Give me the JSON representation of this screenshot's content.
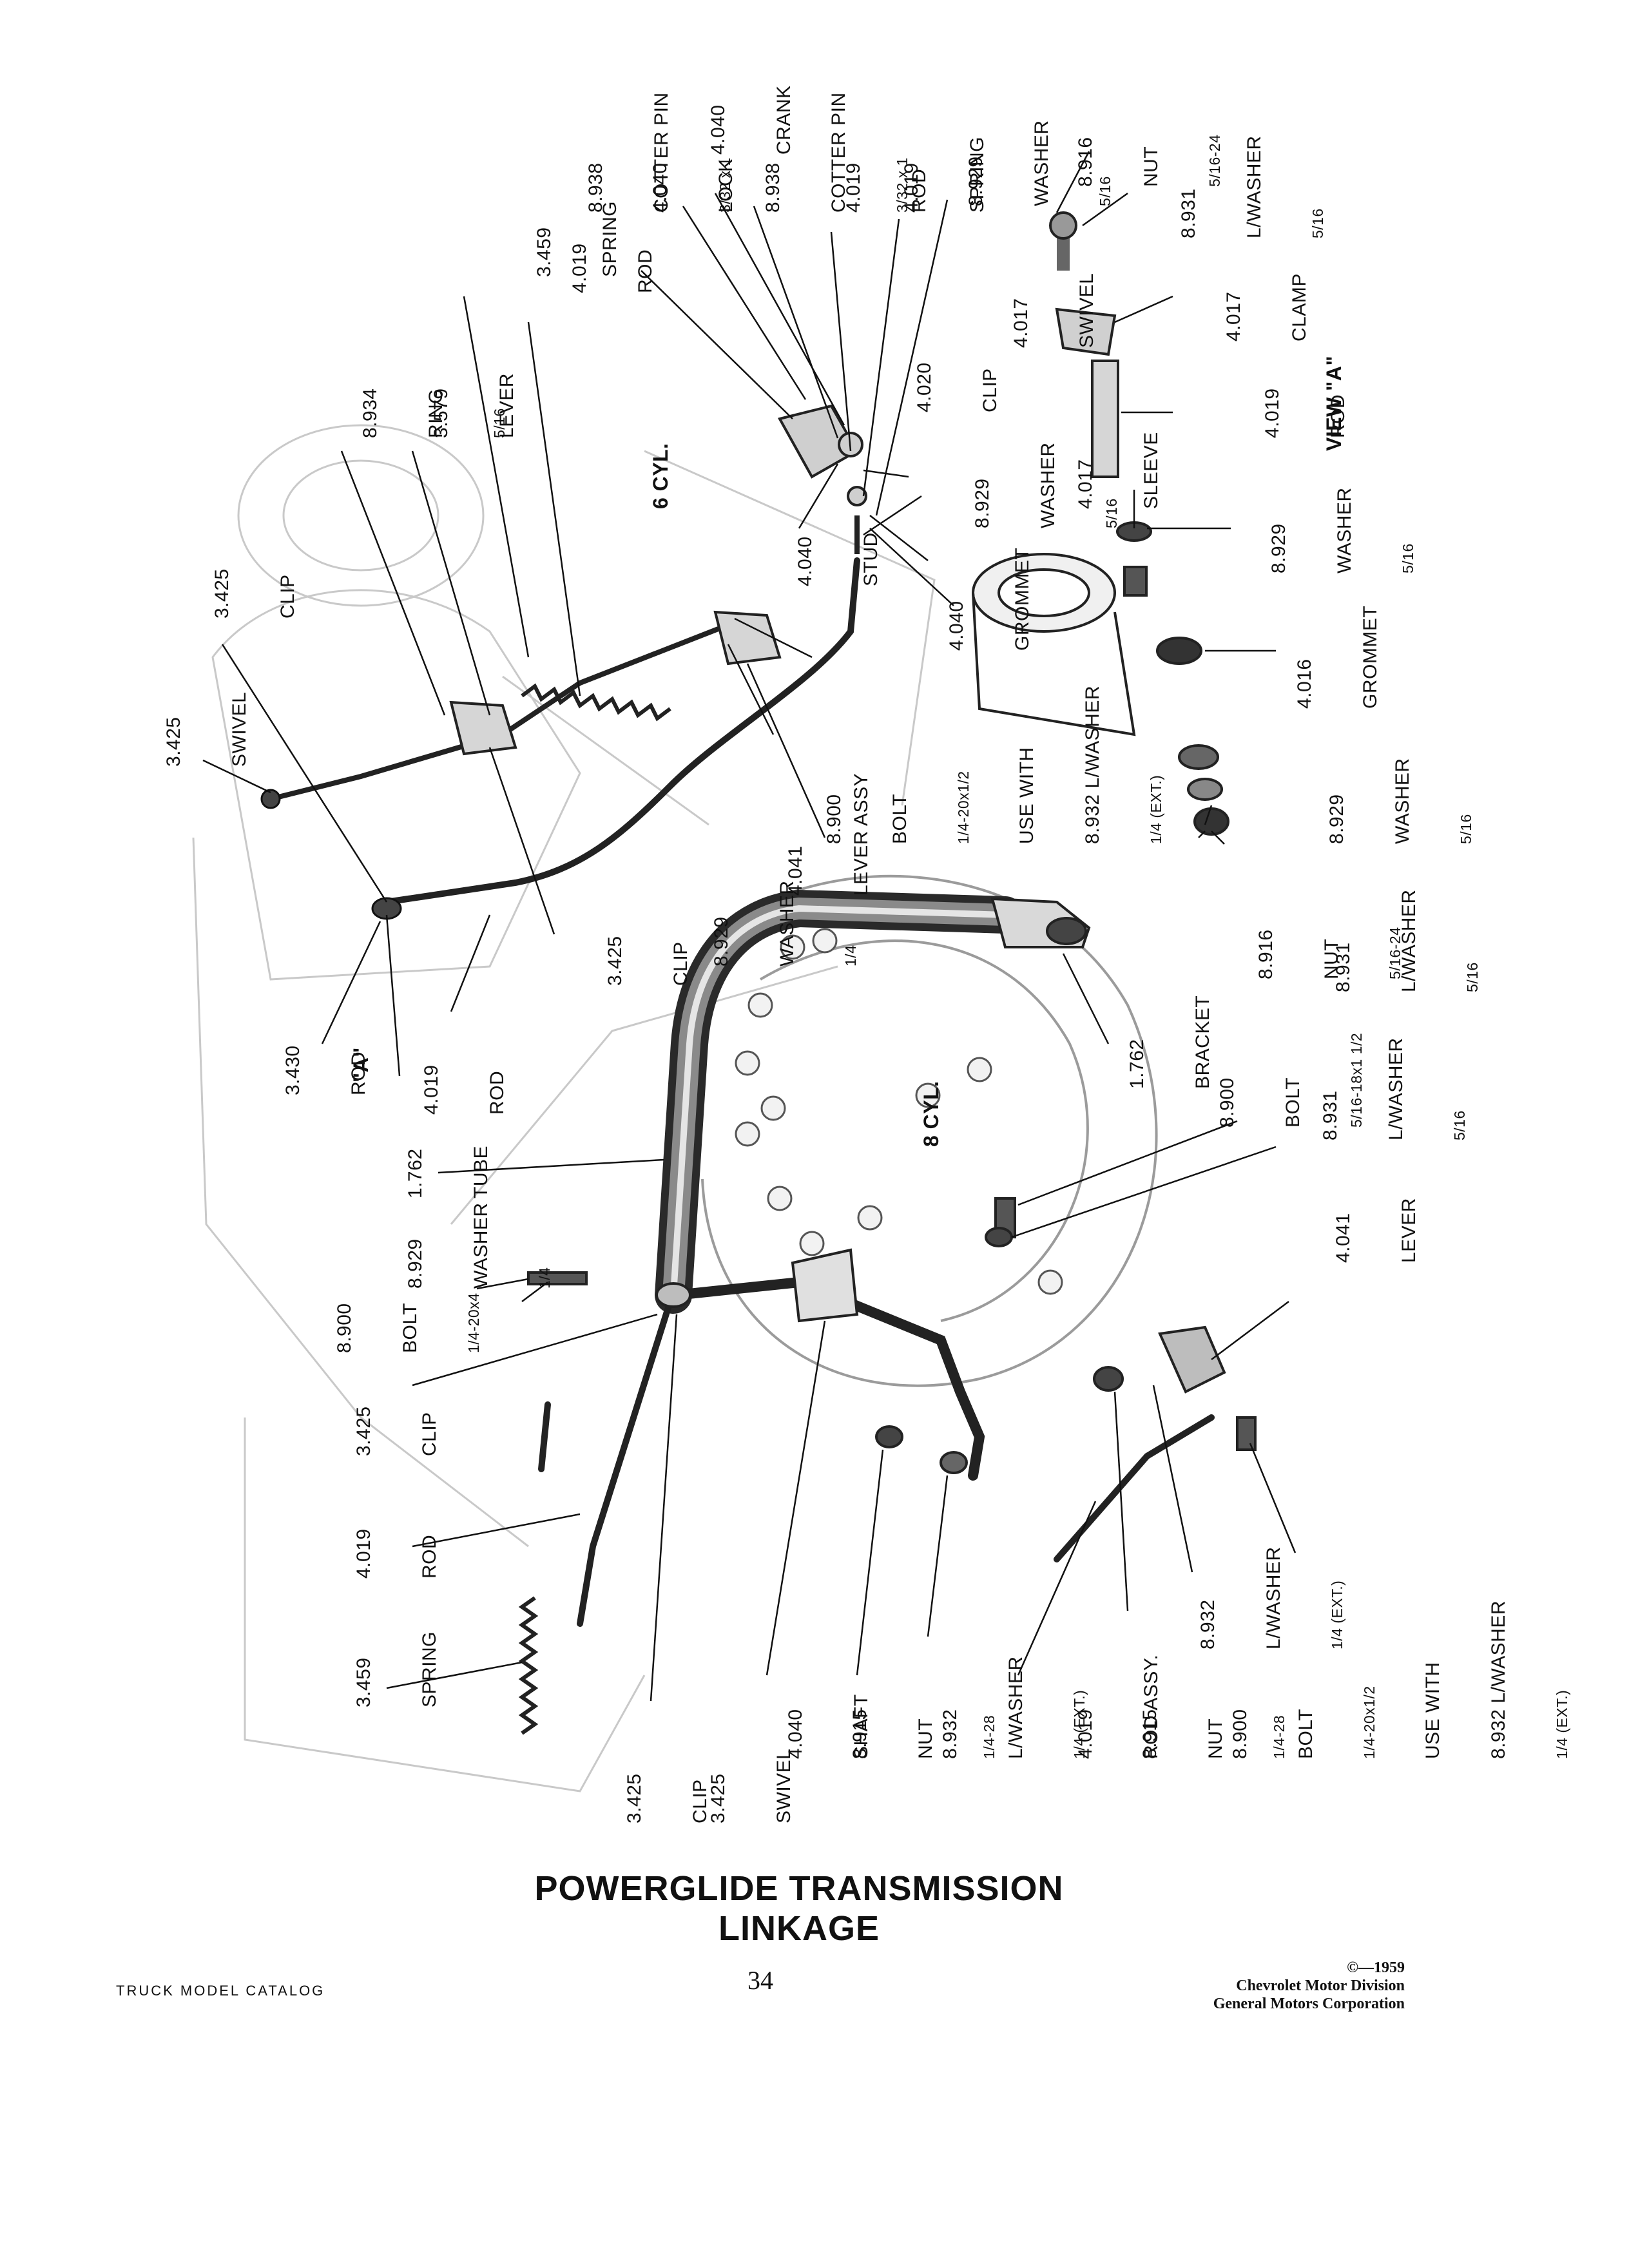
{
  "title": "POWERGLIDE TRANSMISSION LINKAGE",
  "page_number": "34",
  "catalog_label": "TRUCK MODEL CATALOG",
  "copyright": {
    "line1": "©—1959",
    "line2": "Chevrolet Motor Division",
    "line3": "General Motors Corporation"
  },
  "section_labels": {
    "six_cyl": "6 CYL.",
    "eight_cyl": "8 CYL.",
    "view_a": "VIEW \"A\"",
    "ref_a": "\"A\""
  },
  "callouts": [
    {
      "id": "spring-top",
      "number": "3.459",
      "name": "SPRING",
      "size": ""
    },
    {
      "id": "cotter-pin-1",
      "number": "8.938",
      "name": "COTTER PIN",
      "size": "3/32 x 1"
    },
    {
      "id": "crank",
      "number": "4.040",
      "name": "CRANK",
      "size": ""
    },
    {
      "id": "cotter-pin-2",
      "number": "8.938",
      "name": "COTTER PIN",
      "size": "3/32 x 1"
    },
    {
      "id": "lock",
      "number": "4.040",
      "name": "LOCK",
      "size": ""
    },
    {
      "id": "rod-top",
      "number": "4.019",
      "name": "ROD",
      "size": ""
    },
    {
      "id": "ring",
      "number": "8.934",
      "name": "RING",
      "size": "5/16"
    },
    {
      "id": "lever-3579",
      "number": "3.579",
      "name": "LEVER",
      "size": ""
    },
    {
      "id": "rod-4019-b",
      "number": "4.019",
      "name": "ROD",
      "size": ""
    },
    {
      "id": "spring-4019",
      "number": "4.019",
      "name": "SPRING",
      "size": ""
    },
    {
      "id": "washer-top",
      "number": "8.929",
      "name": "WASHER",
      "size": "5/16"
    },
    {
      "id": "nut-top",
      "number": "8.916",
      "name": "NUT",
      "size": "5/16-24"
    },
    {
      "id": "lwasher-top",
      "number": "8.931",
      "name": "L/WASHER",
      "size": "5/16"
    },
    {
      "id": "swivel-4017",
      "number": "4.017",
      "name": "SWIVEL",
      "size": ""
    },
    {
      "id": "clamp",
      "number": "4.017",
      "name": "CLAMP",
      "size": ""
    },
    {
      "id": "clip-4020",
      "number": "4.020",
      "name": "CLIP",
      "size": ""
    },
    {
      "id": "washer-6cyl",
      "number": "8.929",
      "name": "WASHER",
      "size": "5/16"
    },
    {
      "id": "rod-view-a",
      "number": "4.019",
      "name": "ROD",
      "size": ""
    },
    {
      "id": "sleeve",
      "number": "4.017",
      "name": "SLEEVE",
      "size": ""
    },
    {
      "id": "washer-view-a",
      "number": "8.929",
      "name": "WASHER",
      "size": "5/16"
    },
    {
      "id": "stud",
      "number": "4.040",
      "name": "STUD",
      "size": ""
    },
    {
      "id": "grommet-4040",
      "number": "4.040",
      "name": "GROMMET",
      "size": ""
    },
    {
      "id": "grommet-4016",
      "number": "4.016",
      "name": "GROMMET",
      "size": ""
    },
    {
      "id": "clip-3425-top",
      "number": "3.425",
      "name": "CLIP",
      "size": ""
    },
    {
      "id": "swivel-3425-top",
      "number": "3.425",
      "name": "SWIVEL",
      "size": ""
    },
    {
      "id": "washer-lower-right",
      "number": "8.929",
      "name": "WASHER",
      "size": "5/16"
    },
    {
      "id": "bolt-top",
      "number": "8.900",
      "name": "BOLT",
      "size": "1/4-20x1/2",
      "note1": "USE WITH",
      "note2": "8.932 L/WASHER",
      "note3": "1/4 (EXT.)"
    },
    {
      "id": "lever-assy",
      "number": "4.041",
      "name": "LEVER ASSY",
      "size": ""
    },
    {
      "id": "washer-quarter-top",
      "number": "8.929",
      "name": "WASHER",
      "size": "1/4"
    },
    {
      "id": "clip-3425-mid",
      "number": "3.425",
      "name": "CLIP",
      "size": ""
    },
    {
      "id": "nut-mid",
      "number": "8.916",
      "name": "NUT",
      "size": "5/16-24"
    },
    {
      "id": "lwasher-mid",
      "number": "8.931",
      "name": "L/WASHER",
      "size": "5/16"
    },
    {
      "id": "bracket",
      "number": "1.762",
      "name": "BRACKET",
      "size": ""
    },
    {
      "id": "rod-3430",
      "number": "3.430",
      "name": "ROD",
      "size": ""
    },
    {
      "id": "rod-4019-mid",
      "number": "4.019",
      "name": "ROD",
      "size": ""
    },
    {
      "id": "tube",
      "number": "1.762",
      "name": "TUBE",
      "size": ""
    },
    {
      "id": "bolt-mid",
      "number": "8.900",
      "name": "BOLT",
      "size": "5/16-18x1 1/2"
    },
    {
      "id": "lwasher-8cyl",
      "number": "8.931",
      "name": "L/WASHER",
      "size": "5/16"
    },
    {
      "id": "washer-quarter-low",
      "number": "8.929",
      "name": "WASHER",
      "size": "1/4"
    },
    {
      "id": "bolt-low",
      "number": "8.900",
      "name": "BOLT",
      "size": "1/4-20x4"
    },
    {
      "id": "lever-4041",
      "number": "4.041",
      "name": "LEVER",
      "size": ""
    },
    {
      "id": "clip-3425-low",
      "number": "3.425",
      "name": "CLIP",
      "size": ""
    },
    {
      "id": "rod-4019-low",
      "number": "4.019",
      "name": "ROD",
      "size": ""
    },
    {
      "id": "spring-low",
      "number": "3.459",
      "name": "SPRING",
      "size": ""
    },
    {
      "id": "clip-3425-bottom",
      "number": "3.425",
      "name": "CLIP",
      "size": ""
    },
    {
      "id": "swivel-3425-bottom",
      "number": "3.425",
      "name": "SWIVEL",
      "size": ""
    },
    {
      "id": "shaft",
      "number": "4.040",
      "name": "SHAFT",
      "size": ""
    },
    {
      "id": "nut-8915-a",
      "number": "8.915",
      "name": "NUT",
      "size": "1/4-28"
    },
    {
      "id": "lwasher-8932-a",
      "number": "8.932",
      "name": "L/WASHER",
      "size": "1/4 (EXT.)"
    },
    {
      "id": "rod-assy",
      "number": "4.019",
      "name": "ROD ASSY.",
      "size": ""
    },
    {
      "id": "nut-8915-b",
      "number": "8.915",
      "name": "NUT",
      "size": "1/4-28"
    },
    {
      "id": "lwasher-8932-b",
      "number": "8.932",
      "name": "L/WASHER",
      "size": "1/4 (EXT.)"
    },
    {
      "id": "bolt-bottom",
      "number": "8.900",
      "name": "BOLT",
      "size": "1/4-20x1/2",
      "note1": "USE WITH",
      "note2": "8.932 L/WASHER",
      "note3": "1/4 (EXT.)"
    }
  ]
}
